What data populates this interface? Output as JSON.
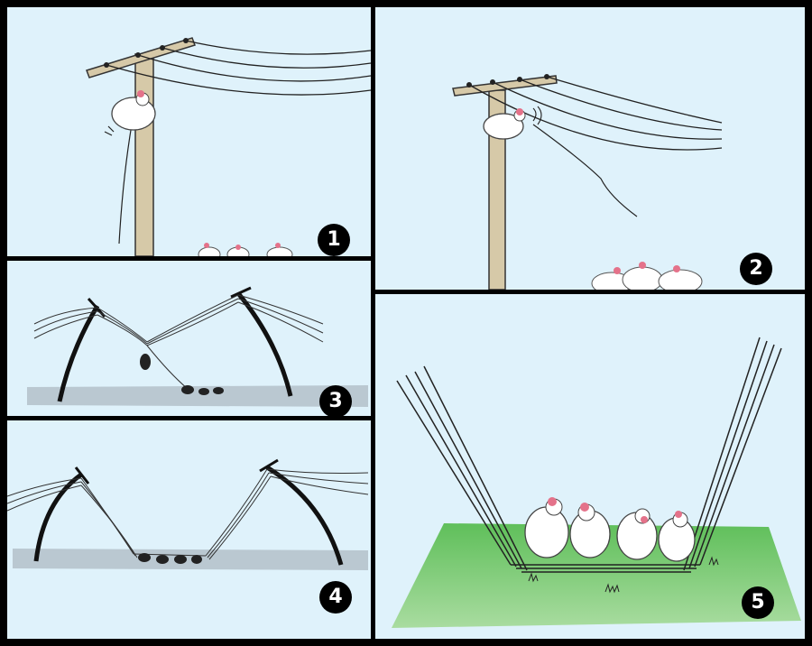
{
  "panels": [
    {
      "number": "1"
    },
    {
      "number": "2"
    },
    {
      "number": "3"
    },
    {
      "number": "4"
    },
    {
      "number": "5"
    }
  ],
  "colors": {
    "frame": "#000000",
    "sky": "#dff2fb",
    "pole": "#d6c9a8",
    "ground_shadow": "#a9b7bf",
    "grass_top": "#5fbf5a",
    "grass_bottom": "#a9dca0",
    "chicken": "#ffffff",
    "comb": "#e4728a"
  }
}
